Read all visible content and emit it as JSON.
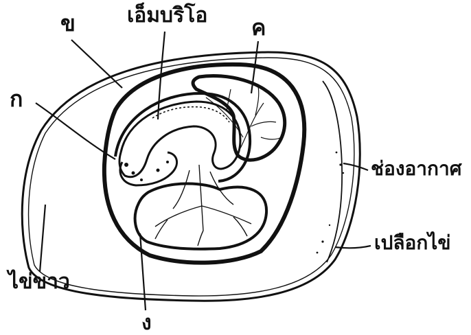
{
  "labels": {
    "embryo": "เอ็มบริโอ",
    "kh": "ข",
    "kho": "ค",
    "k": "ก",
    "air_cell": "ช่องอากาศ",
    "shell": "เปลือกไข่",
    "albumen": "ไข่ขาว",
    "ng": "ง"
  },
  "colors": {
    "ink": "#111111",
    "background": "#ffffff"
  }
}
